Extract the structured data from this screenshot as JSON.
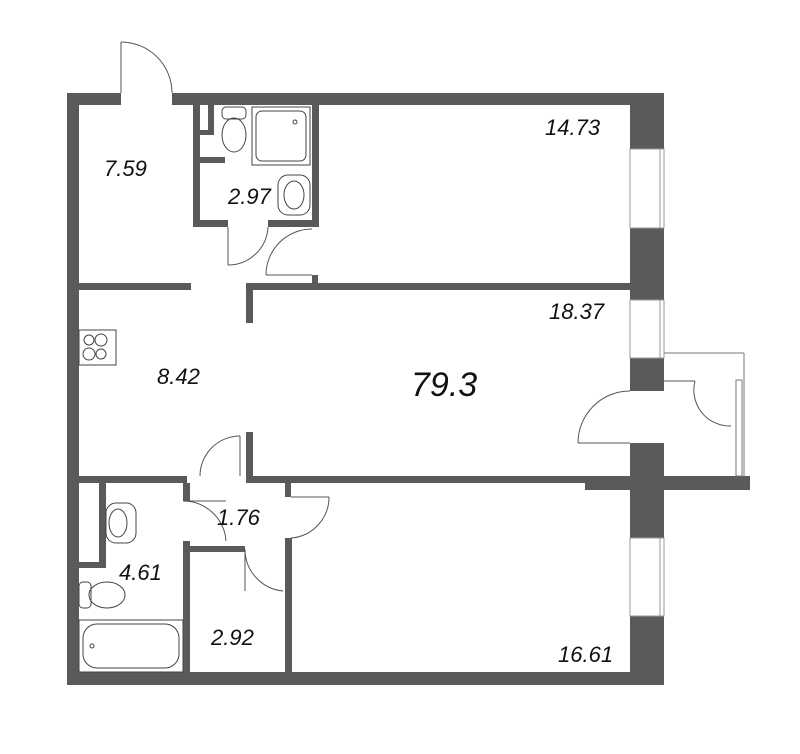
{
  "plan": {
    "total_area": "79.3",
    "rooms": [
      {
        "id": "hall",
        "area": "7.59"
      },
      {
        "id": "wc",
        "area": "2.97"
      },
      {
        "id": "bedroom1",
        "area": "14.73"
      },
      {
        "id": "kitchen",
        "area": "8.42"
      },
      {
        "id": "living",
        "area": "18.37"
      },
      {
        "id": "corridor",
        "area": "1.76"
      },
      {
        "id": "bathroom",
        "area": "4.61"
      },
      {
        "id": "storage",
        "area": "2.92"
      },
      {
        "id": "bedroom2",
        "area": "16.61"
      }
    ]
  },
  "colors": {
    "wall": "#5a5a5a",
    "background": "#ffffff",
    "text": "#111111"
  }
}
